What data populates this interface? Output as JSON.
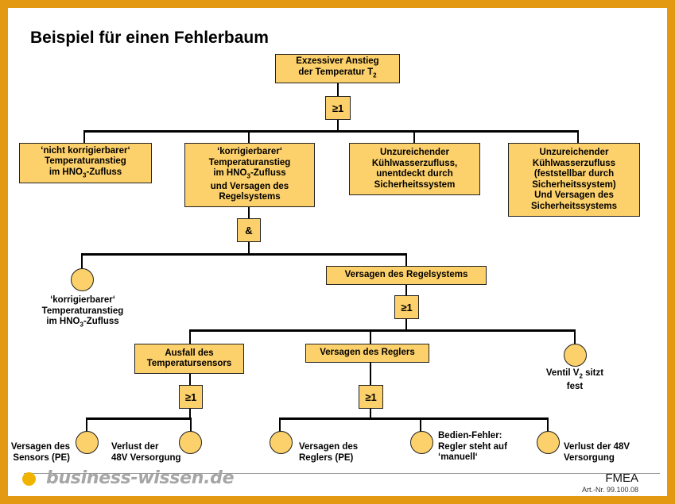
{
  "title": "Beispiel für einen Fehlerbaum",
  "top_event": {
    "line1": "Exzessiver Anstieg",
    "line2_pre": "der Temperatur T",
    "line2_sub": "2"
  },
  "gate_or_symbol": "≥1",
  "gate_and_symbol": "&",
  "level1": {
    "a": {
      "line1": "‘nicht korrigierbarer‘",
      "line2": "Temperaturanstieg",
      "line3_pre": "im HNO",
      "line3_sub": "3",
      "line3_post": "-Zufluss"
    },
    "b": {
      "line1": "‘korrigierbarer‘",
      "line2": "Temperaturanstieg",
      "line3_pre": "im HNO",
      "line3_sub": "3",
      "line3_post": "-Zufluss",
      "line4": "und Versagen des",
      "line5": "Regelsystems"
    },
    "c": {
      "line1": "Unzureichender",
      "line2": "Kühlwasserzufluss,",
      "line3": "unentdeckt durch",
      "line4": "Sicherheitssystem"
    },
    "d": {
      "line1": "Unzureichender",
      "line2": "Kühlwasserzufluss",
      "line3": "(feststellbar durch",
      "line4": "Sicherheitssystem)",
      "line5": "Und Versagen des",
      "line6": "Sicherheitssystems"
    }
  },
  "level2": {
    "basic_label": {
      "line1": "‘korrigierbarer‘",
      "line2": "Temperaturanstieg",
      "line3_pre": "im HNO",
      "line3_sub": "3",
      "line3_post": "-Zufluss"
    },
    "regel": "Versagen des Regelsystems"
  },
  "level3": {
    "sensor": {
      "line1": "Ausfall des",
      "line2": "Temperatursensors"
    },
    "regler": "Versagen des Reglers",
    "ventil": {
      "line1_pre": "Ventil V",
      "line1_sub": "2",
      "line1_post": " sitzt",
      "line2": "fest"
    }
  },
  "level4": {
    "sensor_pe": {
      "line1": "Versagen des",
      "line2": "Sensors (PE)"
    },
    "verlust1": {
      "line1": "Verlust der",
      "line2": "48V Versorgung"
    },
    "regler_pe": {
      "line1": "Versagen des",
      "line2": "Reglers (PE)"
    },
    "bedien": {
      "line1": "Bedien-Fehler:",
      "line2": "Regler steht auf",
      "line3": "‘manuell‘"
    },
    "verlust2": {
      "line1": "Verlust der 48V",
      "line2": "Versorgung"
    }
  },
  "footer": {
    "logo": "business-wissen.de",
    "product": "FMEA",
    "article": "Art.-Nr. 99.100.08"
  },
  "colors": {
    "frame": "#e39a12",
    "box_fill": "#fcd06a",
    "logo_dot": "#f0b400"
  }
}
